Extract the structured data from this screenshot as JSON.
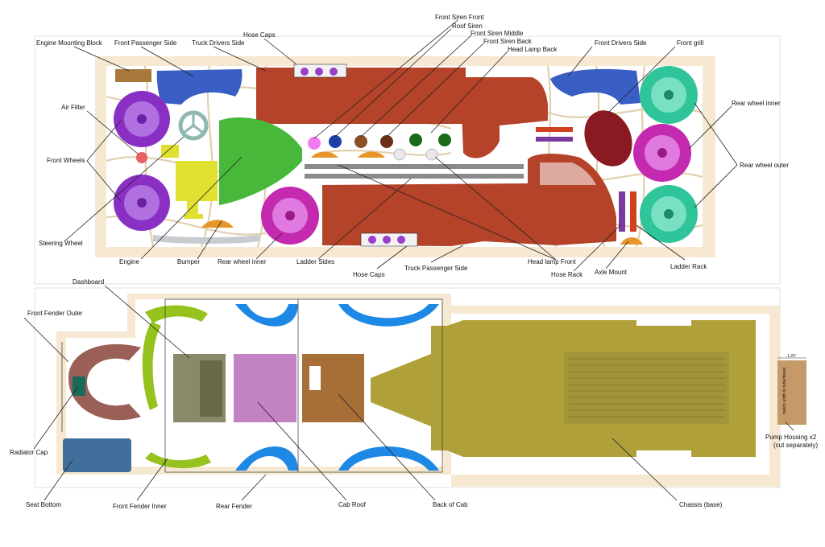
{
  "labels": {
    "engine_mounting_block": "Engine Mounting Block",
    "front_passenger_side": "Front Passenger Side",
    "truck_drivers_side": "Truck Drivers Side",
    "hose_caps_top": "Hose Caps",
    "front_siren_front": "Front Siren Front",
    "roof_siren": "Roof Siren",
    "front_siren_middle": "Front Siren Middle",
    "front_siren_back": "Front Siren Back",
    "head_lamp_back": "Head Lamp Back",
    "front_drivers_side": "Front Drivers Side",
    "front_grill": "Front grill",
    "air_filter": "Air Filter",
    "rear_wheel_inner_right": "Rear wheel inner",
    "front_wheels": "Front Wheels",
    "rear_wheel_outer": "Rear wheel outer",
    "steering_wheel": "Steering Wheel",
    "engine": "Engine",
    "bumper": "Bumper",
    "rear_wheel_inner_bottom": "Rear wheel inner",
    "ladder_sides": "Ladder Sides",
    "hose_caps_bottom": "Hose Caps",
    "truck_passenger_side": "Truck Passenger Side",
    "head_lamp_front": "Head lamp Front",
    "hose_rack": "Hose Rack",
    "axle_mount": "Axle Mount",
    "ladder_rack": "Ladder Rack",
    "dashboard": "Dashboard",
    "front_fender_outer": "Front Fender Outer",
    "radiator_cap": "Radiator Cap",
    "seat_bottom": "Seat Bottom",
    "front_fender_inner": "Front Fender Inner",
    "rear_fender": "Rear Fender",
    "cab_roof": "Cab Roof",
    "back_of_cab": "Back of Cab",
    "chassis_base": "Chassis (base)",
    "pump_housing": "Pump Housing x2",
    "pump_housing_note": "(cut separately)",
    "dim_width": "1.25\"",
    "dim_height": "match width to tube/dowel"
  },
  "colors": {
    "tray": "#f7e8d2",
    "truck_body": "#b5432a",
    "fender_blue": "#3a5fc4",
    "wheel_purple": "#8a2fc4",
    "wheel_magenta": "#c42ab0",
    "wheel_teal": "#2fc49a",
    "engine_yellow": "#e0e030",
    "grill_green": "#48b83a",
    "steering_teal": "#8fb8b0",
    "dash_olive": "#8a8a6a",
    "fender_lime": "#96c21e",
    "fender_bright_blue": "#1e88e5",
    "fender_brown": "#9a6058",
    "seat_blue": "#3f6f9a",
    "cab_roof_pink": "#c282c4",
    "back_cab_brown": "#a86e38",
    "chassis_olive": "#b0a03a",
    "pump_tan": "#c69a68"
  }
}
